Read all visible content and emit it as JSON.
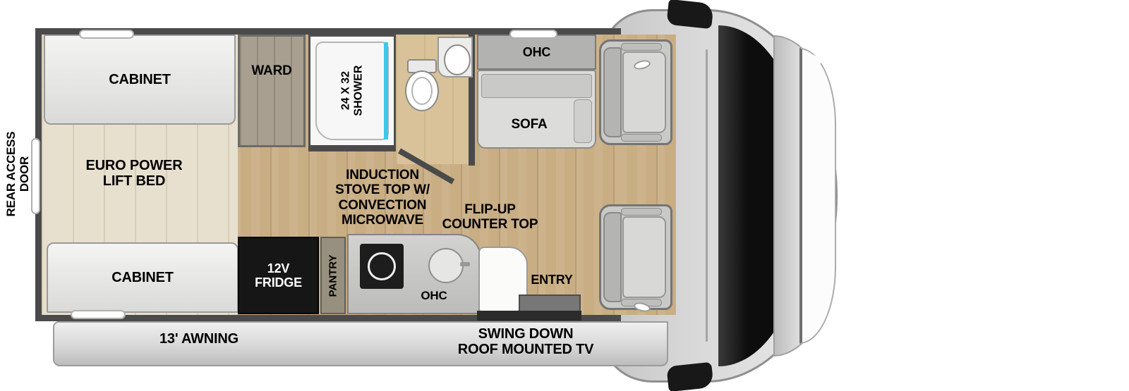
{
  "colors": {
    "wall": "#4a4a4a",
    "wood_floor": "#c9ad83",
    "shower_glass": "#3cc8ea",
    "fridge_black": "#161616"
  },
  "exterior": {
    "rear_access_door": "REAR ACCESS\nDOOR",
    "awning": "13' AWNING",
    "roof_tv": "SWING DOWN\nROOF MOUNTED TV"
  },
  "bedroom": {
    "cabinet_top": "CABINET",
    "lift_bed": "EURO POWER\nLIFT BED",
    "cabinet_bottom": "CABINET"
  },
  "wardrobe": {
    "label": "WARD"
  },
  "bathroom": {
    "shower": "24 X 32\nSHOWER"
  },
  "living": {
    "ohc": "OHC",
    "sofa": "SOFA"
  },
  "galley": {
    "stove_note": "INDUCTION\nSTOVE TOP W/\nCONVECTION\nMICROWAVE",
    "flip_up_counter": "FLIP-UP\nCOUNTER TOP",
    "fridge": "12V\nFRIDGE",
    "pantry": "PANTRY",
    "ohc": "OHC",
    "entry": "ENTRY"
  }
}
